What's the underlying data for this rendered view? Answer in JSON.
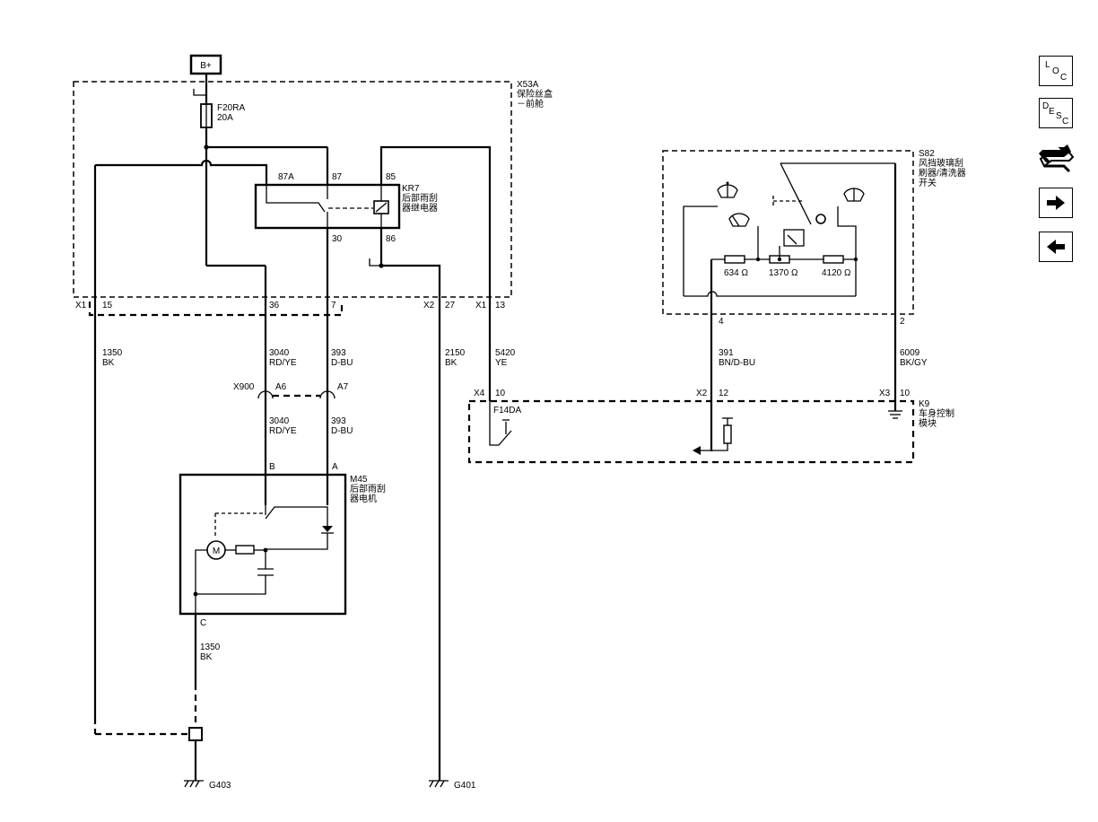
{
  "power_source": "B+",
  "fuse_block": {
    "id": "X53A",
    "name_line1": "保险丝盒",
    "name_line2": "－前舱"
  },
  "fuse": {
    "id": "F20RA",
    "rating": "20A"
  },
  "relay": {
    "id": "KR7",
    "name_line1": "后部雨刮",
    "name_line2": "器继电器",
    "pin_87a": "87A",
    "pin_87": "87",
    "pin_85": "85",
    "pin_30": "30",
    "pin_86": "86"
  },
  "fuse_block_connectors": {
    "x1a": "X1",
    "x1a_pin": "15",
    "p36": "36",
    "p7": "7",
    "x2": "X2",
    "x2_pin": "27",
    "x1b": "X1",
    "x1b_pin": "13"
  },
  "wires": {
    "w1350_top": {
      "circuit": "1350",
      "color": "BK"
    },
    "w3040_top": {
      "circuit": "3040",
      "color": "RD/YE"
    },
    "w393_top": {
      "circuit": "393",
      "color": "D-BU"
    },
    "w2150": {
      "circuit": "2150",
      "color": "BK"
    },
    "w5420": {
      "circuit": "5420",
      "color": "YE"
    },
    "w3040_bot": {
      "circuit": "3040",
      "color": "RD/YE"
    },
    "w393_bot": {
      "circuit": "393",
      "color": "D-BU"
    },
    "w1350_bot": {
      "circuit": "1350",
      "color": "BK"
    },
    "w391": {
      "circuit": "391",
      "color": "BN/D-BU"
    },
    "w6009": {
      "circuit": "6009",
      "color": "BK/GY"
    }
  },
  "inline_connector": {
    "id": "X900",
    "pin_a6": "A6",
    "pin_a7": "A7"
  },
  "motor": {
    "id": "M45",
    "name_line1": "后部雨刮",
    "name_line2": "器电机",
    "pin_b": "B",
    "pin_a": "A",
    "pin_c": "C",
    "symbol": "M"
  },
  "grounds": {
    "g403": "G403",
    "g401": "G401"
  },
  "switch": {
    "id": "S82",
    "name_line1": "风挡玻璃刮",
    "name_line2": "刷器/清洗器",
    "name_line3": "开关",
    "r1": "634 Ω",
    "r2": "1370 Ω",
    "r3": "4120 Ω",
    "pin_4": "4",
    "pin_2": "2"
  },
  "bcm": {
    "id": "K9",
    "name_line1": "车身控制",
    "name_line2": "模块",
    "x4": "X4",
    "x4_pin": "10",
    "x2": "X2",
    "x2_pin": "12",
    "x3": "X3",
    "x3_pin": "10",
    "switch_label": "F14DA"
  },
  "nav": {
    "loc_letters": [
      "L",
      "O",
      "C"
    ],
    "desc_letters": [
      "D",
      "E",
      "S",
      "C"
    ],
    "next_icon": "arrow-right-icon",
    "prev_icon": "arrow-left-icon",
    "return_icon": "return-icon"
  }
}
